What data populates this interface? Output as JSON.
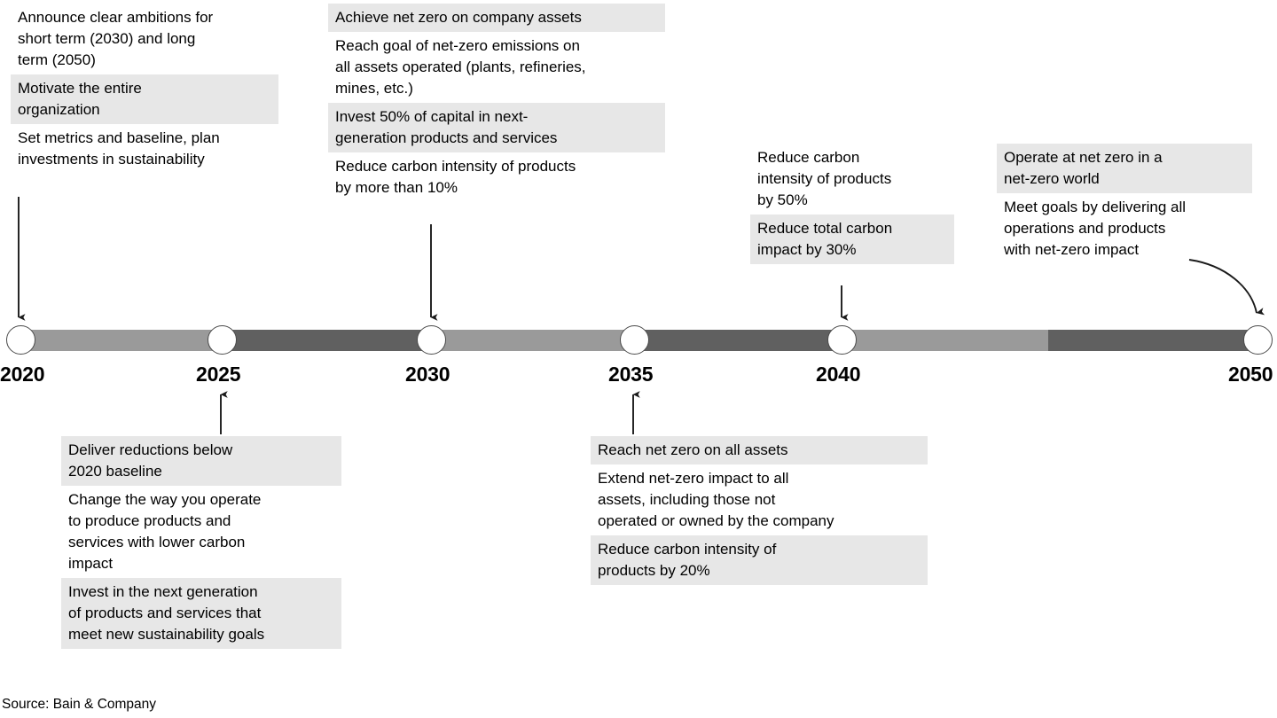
{
  "chart_data": {
    "type": "timeline",
    "title": "",
    "source": "Source: Bain & Company",
    "axis": {
      "ticks": [
        "2020",
        "2025",
        "2030",
        "2035",
        "2040",
        "2050"
      ],
      "range": [
        2020,
        2050
      ]
    },
    "segments": [
      {
        "from": "2020",
        "to": "2025",
        "shade": "light"
      },
      {
        "from": "2025",
        "to": "2030",
        "shade": "dark"
      },
      {
        "from": "2030",
        "to": "2035",
        "shade": "light"
      },
      {
        "from": "2035",
        "to": "2040",
        "shade": "dark"
      },
      {
        "from": "2040",
        "to": "2047",
        "shade": "light"
      },
      {
        "from": "2047",
        "to": "2050",
        "shade": "dark"
      }
    ],
    "milestones": [
      {
        "year": "2020",
        "position": "above",
        "notes": [
          {
            "text": "Announce clear ambitions for short term (2030) and long term (2050)",
            "highlight": false
          },
          {
            "text": "Motivate the entire organization",
            "highlight": true
          },
          {
            "text": "Set metrics and baseline, plan investments in sustainability",
            "highlight": false
          }
        ]
      },
      {
        "year": "2025",
        "position": "below",
        "notes": [
          {
            "text": "Deliver reductions below 2020 baseline",
            "highlight": true
          },
          {
            "text": "Change the way you operate to produce products and services with lower carbon impact",
            "highlight": false
          },
          {
            "text": "Invest in the next generation of products and services that meet new sustainability goals",
            "highlight": true
          }
        ]
      },
      {
        "year": "2030",
        "position": "above",
        "notes": [
          {
            "text": "Achieve net zero on company assets",
            "highlight": true
          },
          {
            "text": "Reach goal of net-zero emissions on all assets operated (plants, refineries, mines, etc.)",
            "highlight": false
          },
          {
            "text": "Invest 50% of capital in next-generation products and services",
            "highlight": true
          },
          {
            "text": "Reduce carbon intensity of products by more than 10%",
            "highlight": false
          }
        ]
      },
      {
        "year": "2035",
        "position": "below",
        "notes": [
          {
            "text": "Reach net zero on all assets",
            "highlight": true
          },
          {
            "text": "Extend net-zero impact to all assets, including those not operated or owned by the company",
            "highlight": false
          },
          {
            "text": "Reduce carbon intensity of products by 20%",
            "highlight": true
          }
        ]
      },
      {
        "year": "2040",
        "position": "above",
        "notes": [
          {
            "text": "Reduce carbon intensity of products by 50%",
            "highlight": false
          },
          {
            "text": "Reduce total carbon impact by 30%",
            "highlight": true
          }
        ]
      },
      {
        "year": "2050",
        "position": "above",
        "notes": [
          {
            "text": "Operate at net zero in a net-zero world",
            "highlight": true
          },
          {
            "text": "Meet goals by delivering all operations and products with net-zero impact",
            "highlight": false
          }
        ]
      }
    ],
    "colors": {
      "segment_light": "#9a9a9a",
      "segment_dark": "#606060",
      "highlight_bg": "#e7e7e7",
      "node_stroke": "#4a4a4a",
      "text": "#000000"
    }
  },
  "blocks": {
    "y2020": {
      "n0": "Announce clear ambitions for\nshort term (2030) and long\nterm (2050)",
      "n1": "Motivate the entire\norganization",
      "n2": "Set metrics and baseline, plan\ninvestments in sustainability"
    },
    "y2030": {
      "n0": "Achieve net zero on company assets",
      "n1": "Reach goal of net-zero emissions on\nall assets operated (plants, refineries,\nmines, etc.)",
      "n2": "Invest 50% of capital in next-\ngeneration products and services",
      "n3": "Reduce carbon intensity of products\nby more than 10%"
    },
    "y2040": {
      "n0": "Reduce carbon\nintensity of products\nby 50%",
      "n1": "Reduce total carbon\nimpact by 30%"
    },
    "y2050": {
      "n0": "Operate at net zero in a\nnet-zero world",
      "n1": "Meet goals by delivering all\noperations and products\nwith net-zero impact"
    },
    "y2025": {
      "n0": "Deliver reductions below\n2020 baseline",
      "n1": "Change the way you operate\nto produce products and\nservices with lower carbon\nimpact",
      "n2": "Invest in the next generation\nof products and services that\nmeet new sustainability goals"
    },
    "y2035": {
      "n0": "Reach net zero on all assets",
      "n1": "Extend net-zero impact to all\nassets, including those not\noperated or owned by the company",
      "n2": "Reduce carbon intensity of\nproducts by 20%"
    }
  },
  "years": {
    "y2020": "2020",
    "y2025": "2025",
    "y2030": "2030",
    "y2035": "2035",
    "y2040": "2040",
    "y2050": "2050"
  },
  "footer": {
    "source": "Source: Bain & Company"
  }
}
